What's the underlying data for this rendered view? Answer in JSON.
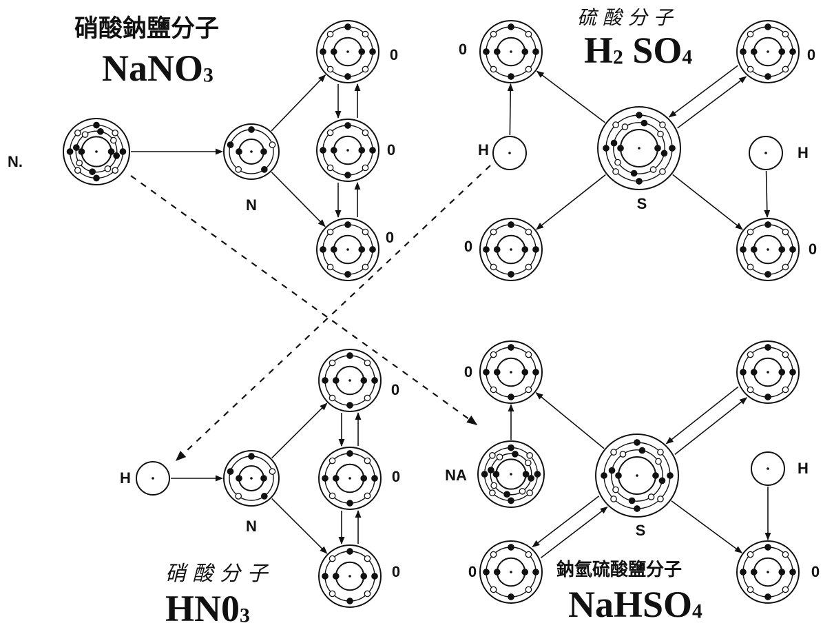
{
  "molecules": {
    "sodium_nitrate": {
      "name": "硝酸鈉鹽分子",
      "formula_base": "NaNO",
      "formula_sub": "3"
    },
    "sulfuric_acid": {
      "name": "硫 酸 分 子",
      "formula_h": "H",
      "formula_h_sub": "2",
      "formula_rest": " SO",
      "formula_sub": "4"
    },
    "nitric_acid": {
      "name": "硝 酸 分 子",
      "formula_base": "HN0",
      "formula_sub": "3"
    },
    "sodium_bisulfate": {
      "name": "鈉氫硫酸鹽分子",
      "formula_base": "NaHSO",
      "formula_sub": "4"
    }
  },
  "atom_labels": {
    "na_top": "N.",
    "n_top": "N",
    "o_top_1": "0",
    "o_top_2": "0",
    "o_top_3": "0",
    "o_s1_tl": "0",
    "o_s1_tr": "0",
    "h_s1_left": "H",
    "h_s1_right": "H",
    "s_top": "S",
    "o_s1_bl": "0",
    "o_s1_br": "0",
    "h_bottom": "H",
    "n_bottom": "N",
    "o_bot_1": "0",
    "o_bot_2": "0",
    "o_bot_3": "0",
    "o_s2_tl": "0",
    "na_bottom": "NA",
    "s_bottom": "S",
    "h_s2_right": "H",
    "o_s2_bl": "0",
    "o_s2_br": "0"
  },
  "colors": {
    "ink": "#111111",
    "paper": "#ffffff"
  }
}
